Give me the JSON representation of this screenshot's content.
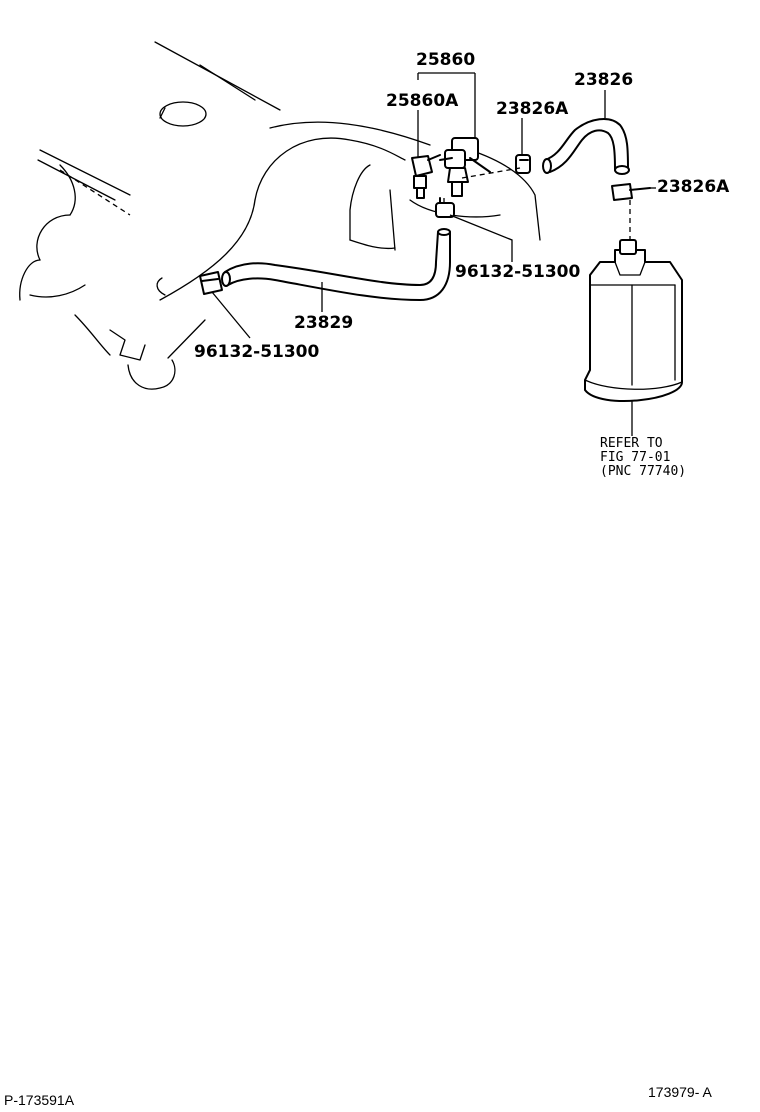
{
  "labels": {
    "vsv_assembly": "25860",
    "vsv_sub": "25860A",
    "hose_upper": "23826",
    "hose_clip_a": "23826A",
    "hose_clip_b": "23826A",
    "clamp_right": "96132-51300",
    "clamp_left": "96132-51300",
    "hose_main": "23829"
  },
  "note": {
    "line1": "REFER TO",
    "line2": "FIG 77-01",
    "line3": "(PNC 77740)"
  },
  "footer": {
    "left": "P-173591A",
    "right": "173979- A"
  }
}
